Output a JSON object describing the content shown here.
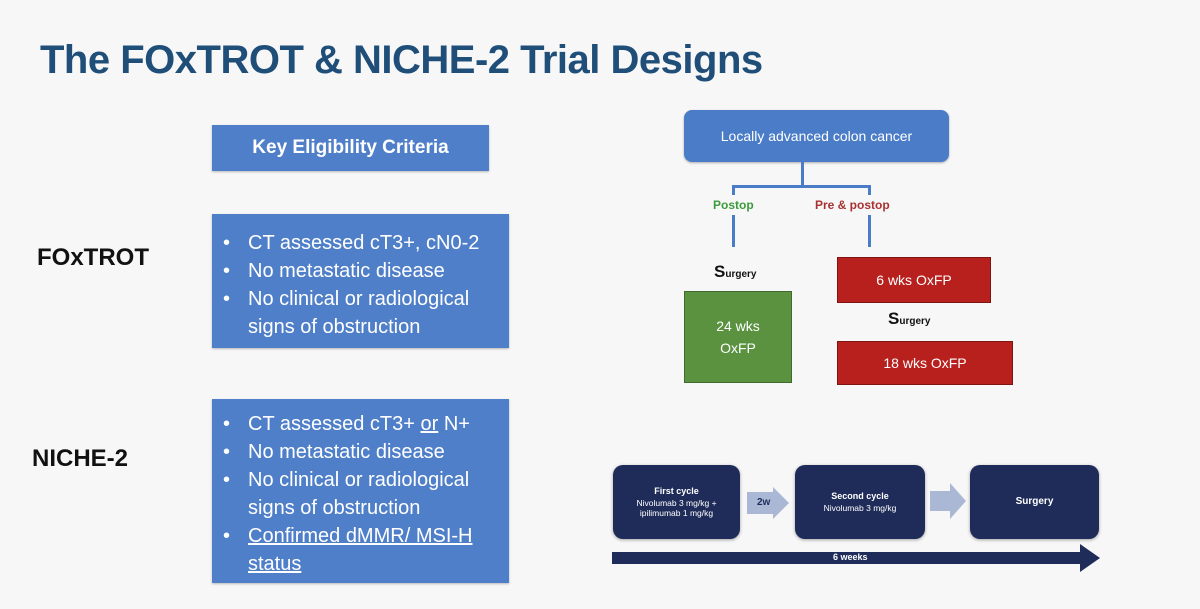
{
  "title": "The FOxTROT & NICHE-2 Trial Designs",
  "criteria": {
    "header": "Key Eligibility Criteria",
    "foxtrot": {
      "label": "FOxTROT",
      "items": [
        "CT assessed cT3+, cN0-2",
        "No metastatic disease",
        "No clinical or radiological signs of obstruction"
      ]
    },
    "niche2": {
      "label": "NICHE-2",
      "item1_pre": "CT assessed cT3+ ",
      "item1_or": "or",
      "item1_post": " N+",
      "items": [
        "No metastatic disease",
        "No clinical or radiological signs of obstruction"
      ],
      "item_last": "Confirmed dMMR/ MSI-H status"
    }
  },
  "foxtrot_design": {
    "top": "Locally advanced colon cancer",
    "arm_postop": "Postop",
    "arm_prepost": "Pre & postop",
    "surgery_initial": "S",
    "surgery_rest": "urgery",
    "postop_chemo_line1": "24 wks",
    "postop_chemo_line2": "OxFP",
    "pre_chemo": "6 wks OxFP",
    "post_chemo": "18 wks OxFP"
  },
  "niche_design": {
    "first_cycle_title": "First cycle",
    "first_cycle_line1": "Nivolumab 3 mg/kg +",
    "first_cycle_line2": "ipilimumab 1 mg/kg",
    "gap": "2w",
    "second_cycle_title": "Second cycle",
    "second_cycle_line1": "Nivolumab 3 mg/kg",
    "surgery": "Surgery",
    "duration": "6 weeks"
  },
  "colors": {
    "title": "#1f4e79",
    "box_blue": "#4f7fc9",
    "green_box": "#5a9240",
    "red_box": "#b8201e",
    "navy": "#1f2c59",
    "arrow_gray": "#aab8d6"
  }
}
